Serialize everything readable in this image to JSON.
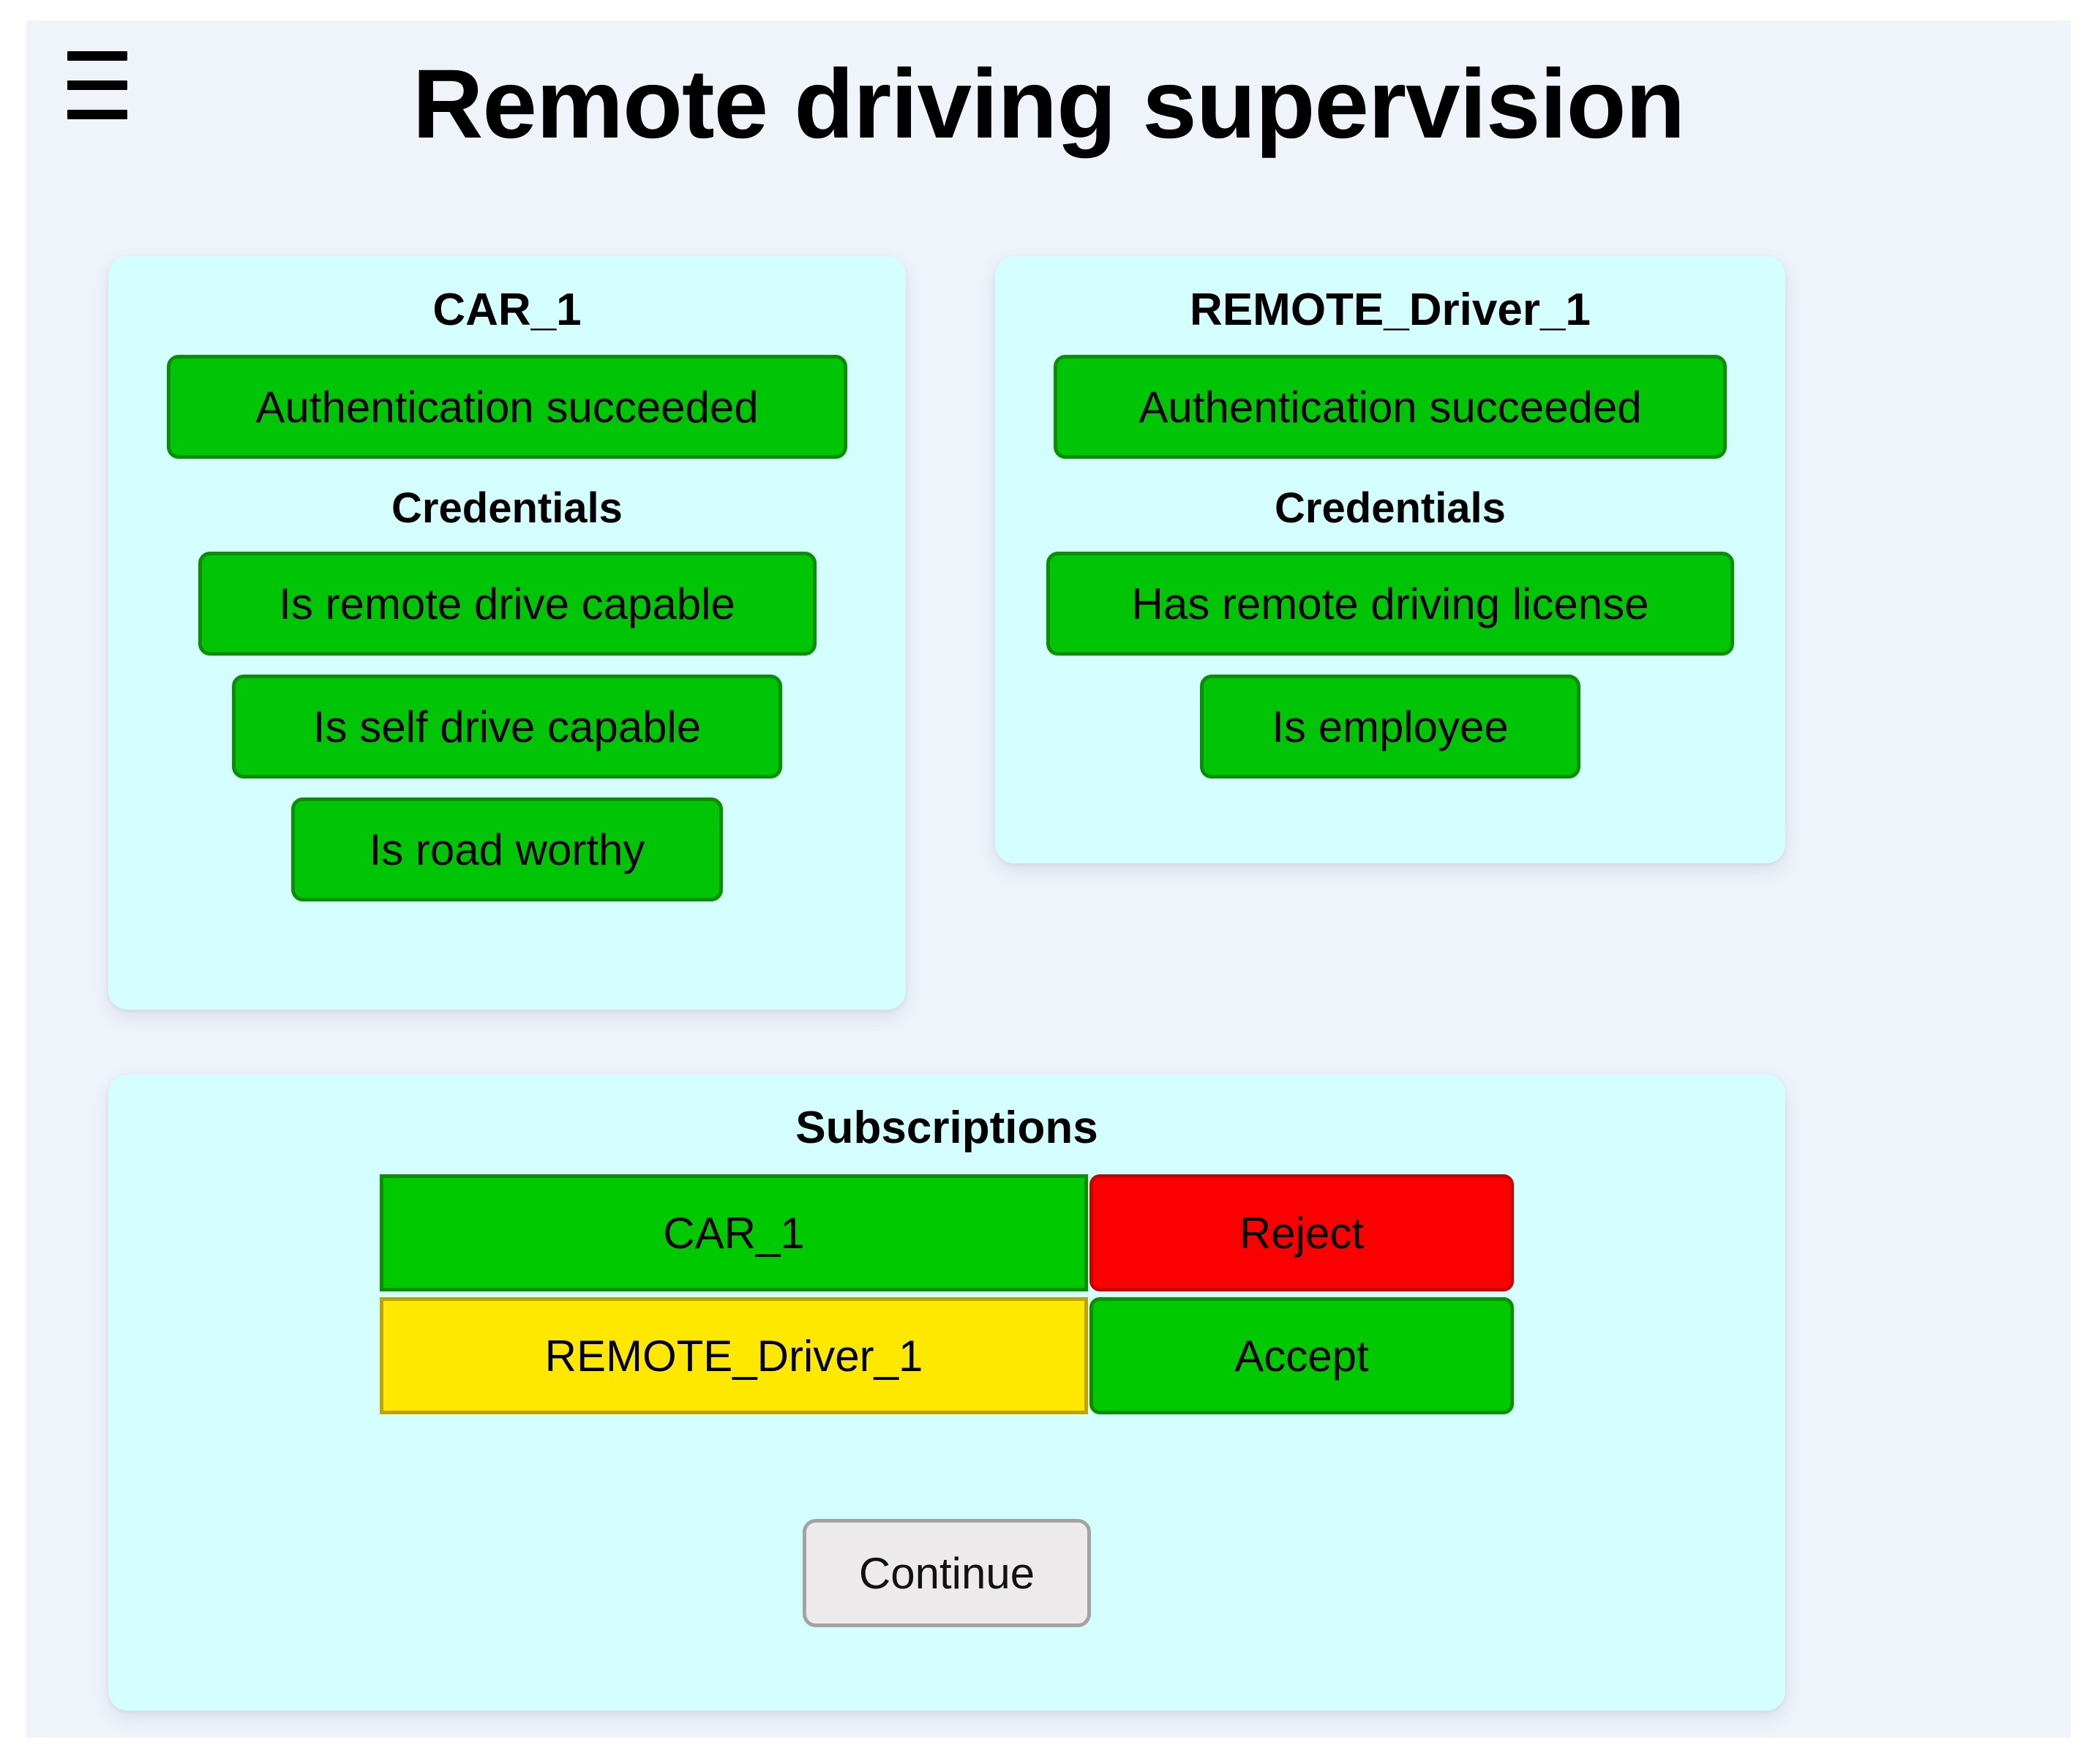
{
  "app": {
    "title": "Remote driving supervision",
    "menu_icon": "hamburger-menu-icon",
    "colors": {
      "page_background": "#eff4fb",
      "card_background": "#d4fdfd",
      "status_ok": "#00c507",
      "status_ok_border": "#0a8f00",
      "status_pending": "#ffe800",
      "status_pending_border": "#bda400",
      "status_reject": "#fb0000",
      "status_reject_border": "#cc0000",
      "neutral_button": "#eceaea",
      "neutral_button_border": "#a3a3a3",
      "text": "#000000"
    }
  },
  "car_panel": {
    "title": "CAR_1",
    "auth_status": "Authentication succeeded",
    "credentials_heading": "Credentials",
    "credentials": [
      {
        "label": "Is remote drive capable",
        "state": "ok"
      },
      {
        "label": "Is self drive capable",
        "state": "ok"
      },
      {
        "label": "Is road worthy",
        "state": "ok"
      }
    ]
  },
  "driver_panel": {
    "title": "REMOTE_Driver_1",
    "auth_status": "Authentication succeeded",
    "credentials_heading": "Credentials",
    "credentials": [
      {
        "label": "Has remote driving license",
        "state": "ok"
      },
      {
        "label": "Is employee",
        "state": "ok"
      }
    ]
  },
  "subscriptions_panel": {
    "heading": "Subscriptions",
    "rows": [
      {
        "name": "CAR_1",
        "name_state": "green",
        "action": "Reject",
        "action_state": "reject"
      },
      {
        "name": "REMOTE_Driver_1",
        "name_state": "yellow",
        "action": "Accept",
        "action_state": "accept"
      }
    ],
    "continue_label": "Continue"
  }
}
